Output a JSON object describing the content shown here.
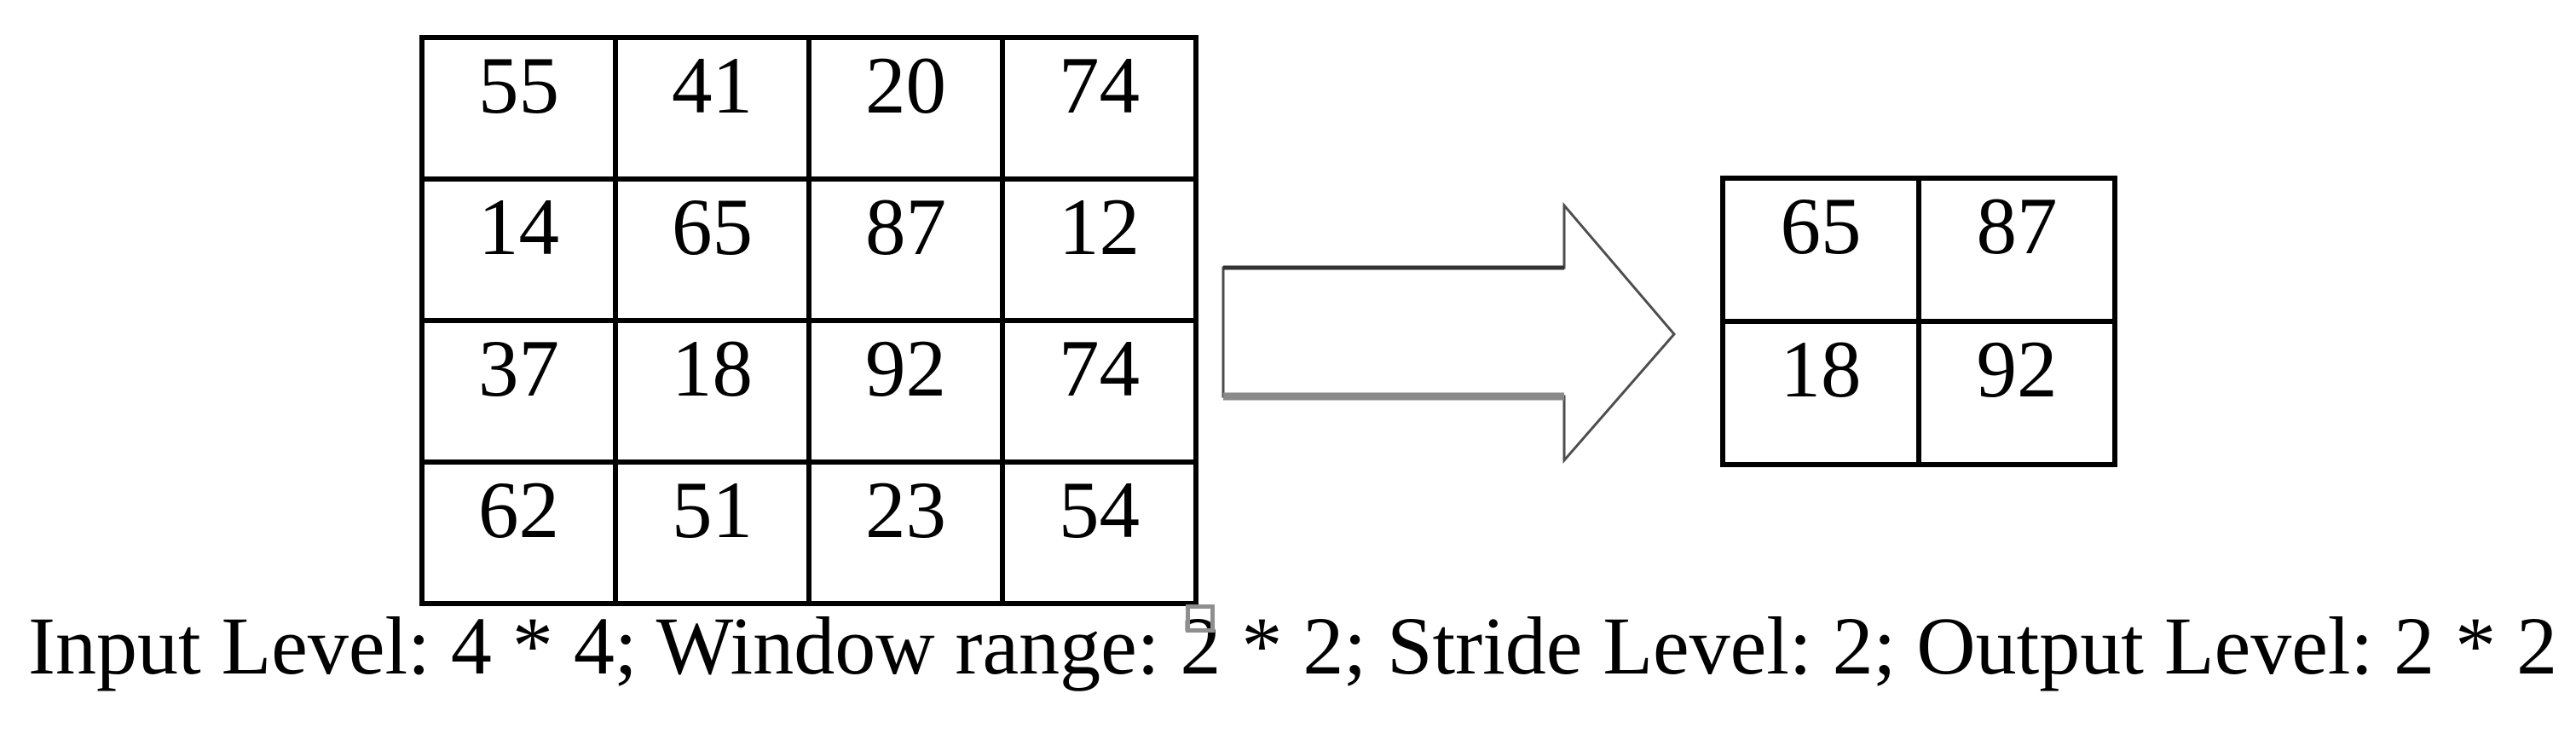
{
  "background_color": "#ffffff",
  "input_matrix": {
    "label": "input-4x4-matrix",
    "rows": [
      [
        "55",
        "41",
        "20",
        "74"
      ],
      [
        "14",
        "65",
        "87",
        "12"
      ],
      [
        "37",
        "18",
        "92",
        "74"
      ],
      [
        "62",
        "51",
        "23",
        "54"
      ]
    ]
  },
  "output_matrix": {
    "label": "output-2x2-matrix",
    "rows": [
      [
        "65",
        "87"
      ],
      [
        "18",
        "92"
      ]
    ]
  },
  "arrow": {
    "icon": "right-block-arrow",
    "fill": "#ffffff",
    "outline_color": "#4d4d4d",
    "shaft_top_color": "#333333",
    "shaft_bottom_color": "#8a8a8a"
  },
  "anchor_marker": {
    "icon": "missing-glyph-box",
    "border_color": "#8f8f8f"
  },
  "caption": {
    "text": "Input Level: 4 * 4; Window range: 2 * 2; Stride Level: 2; Output Level: 2 * 2",
    "color": "#000000"
  }
}
